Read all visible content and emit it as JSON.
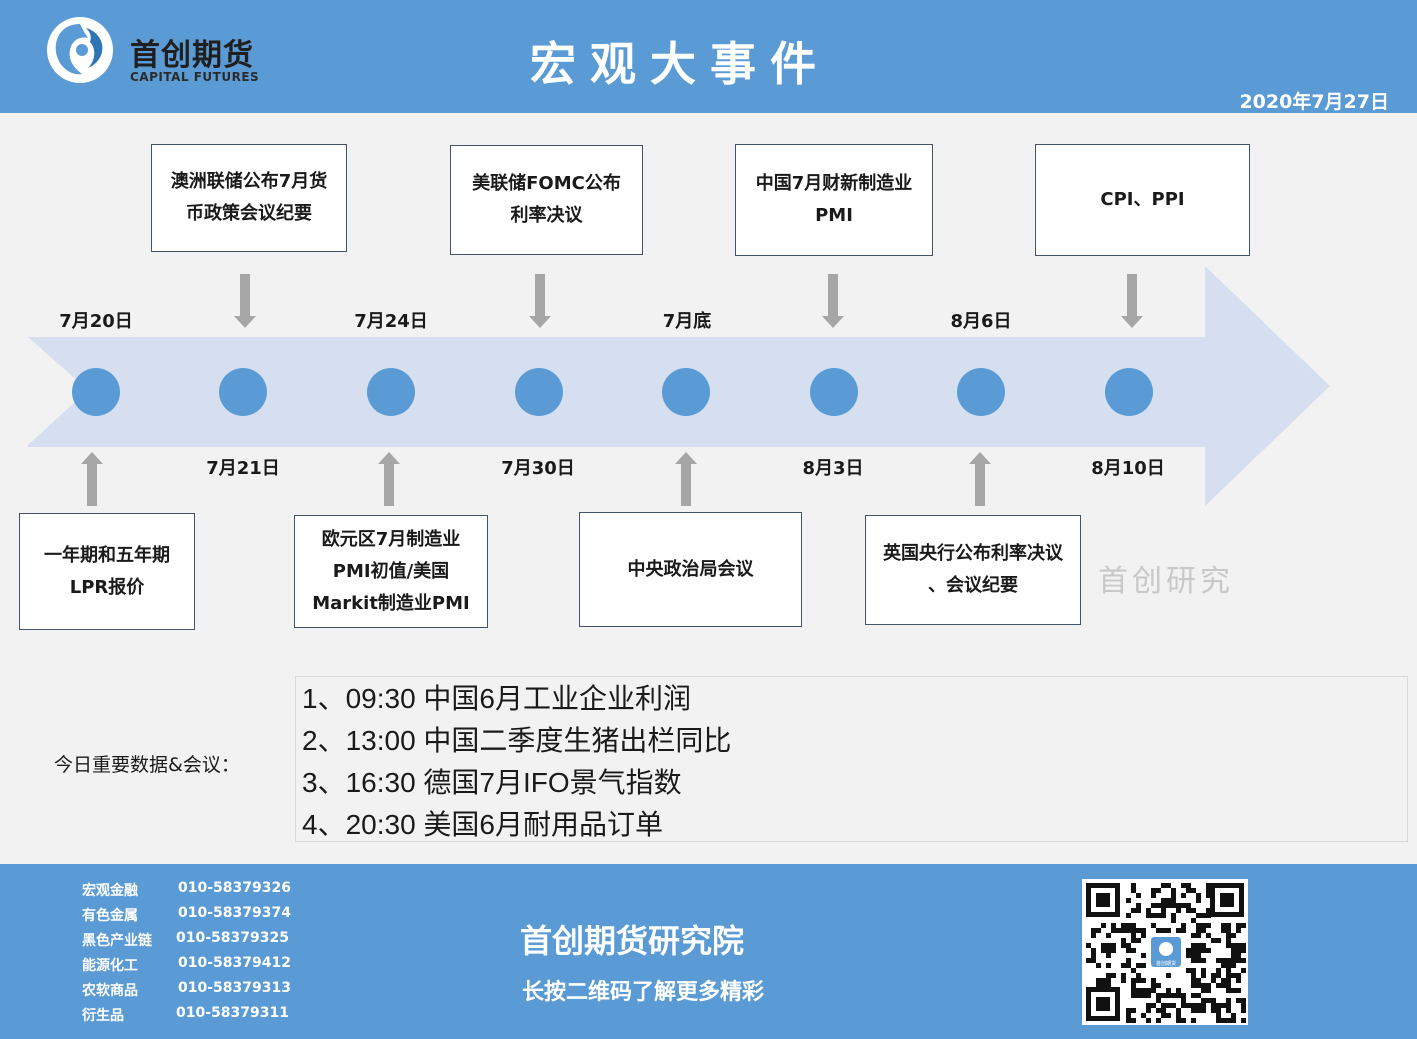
{
  "header": {
    "logo_cn": "首创期货",
    "logo_en": "CAPITAL FUTURES",
    "title": "宏观大事件",
    "date": "2020年7月27日"
  },
  "timeline": {
    "upper_dates": [
      "7月20日",
      "7月24日",
      "7月底",
      "8月6日"
    ],
    "lower_dates": [
      "7月21日",
      "7月30日",
      "8月3日",
      "8月10日"
    ],
    "upper_events": [
      [
        "澳洲联储公布7月货",
        "币政策会议纪要"
      ],
      [
        "美联储FOMC公布",
        "利率决议"
      ],
      [
        "中国7月财新制造业",
        "PMI"
      ],
      [
        "CPI、PPI"
      ]
    ],
    "lower_events": [
      [
        "一年期和五年期",
        "LPR报价"
      ],
      [
        "欧元区7月制造业",
        "PMI初值/美国",
        "Markit制造业PMI"
      ],
      [
        "中央政治局会议"
      ],
      [
        "英国央行公布利率决议",
        "、会议纪要"
      ]
    ]
  },
  "watermark": "首创研究",
  "today": {
    "label": "今日重要数据&会议：",
    "items": [
      "1、09:30 中国6月工业企业利润",
      "2、13:00 中国二季度生猪出栏同比",
      "3、16:30 德国7月IFO景气指数",
      "4、20:30 美国6月耐用品订单"
    ]
  },
  "footer": {
    "contacts": [
      {
        "name": "宏观金融",
        "phone": "010-58379326"
      },
      {
        "name": "有色金属",
        "phone": "010-58379374"
      },
      {
        "name": "黑色产业链",
        "phone": "010-58379325"
      },
      {
        "name": "能源化工",
        "phone": "010-58379412"
      },
      {
        "name": "农软商品",
        "phone": "010-58379313"
      },
      {
        "name": "衍生品",
        "phone": "010-58379311"
      }
    ],
    "title": "首创期货研究院",
    "subtitle": "长按二维码了解更多精彩",
    "qr_logo_text": "首创期货"
  },
  "colors": {
    "header_blue": "#5b9bd5",
    "arrow_band": "#d5dff0",
    "node_blue": "#5b9bd5",
    "pointer_gray": "#a6a6a6"
  }
}
